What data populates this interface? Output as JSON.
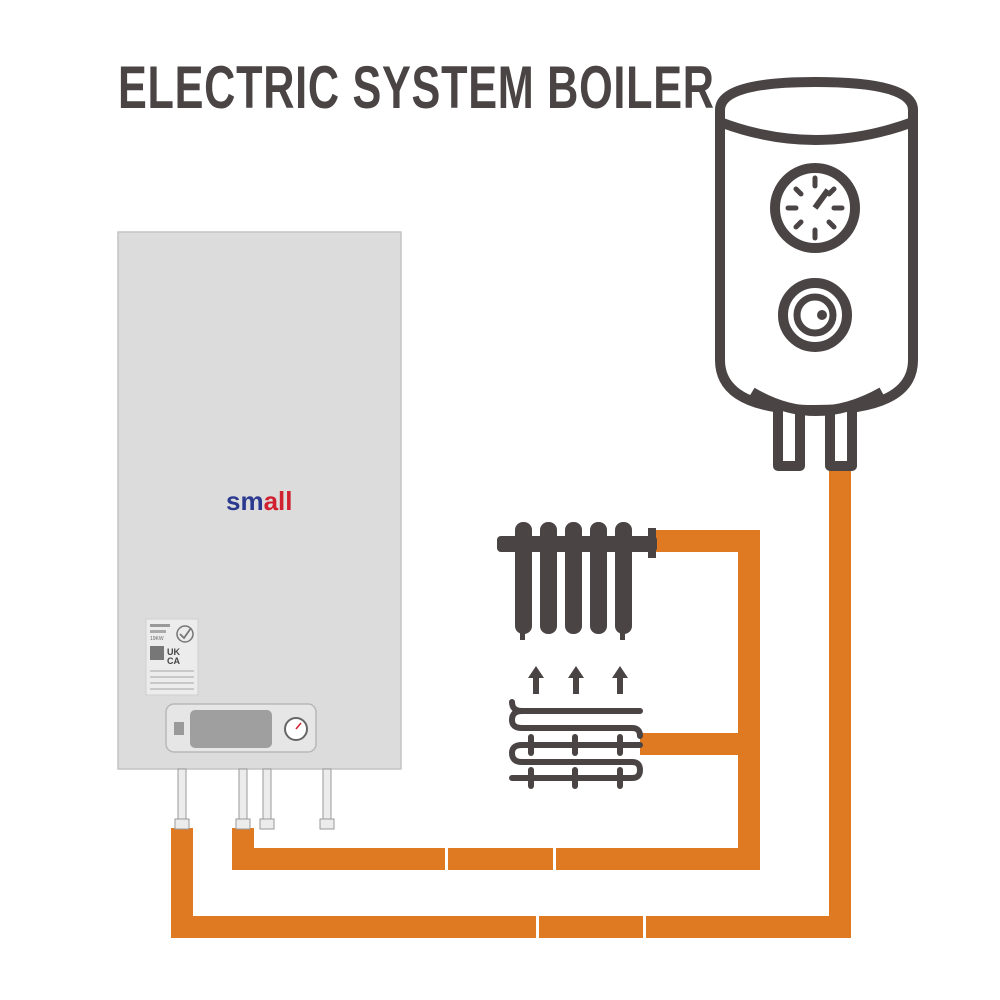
{
  "title": "ELECTRIC SYSTEM BOILER",
  "boiler": {
    "brand_prefix": "sm",
    "brand_suffix": "all",
    "label_plate": {
      "model_line": "19KW",
      "ukca_top": "UK",
      "ukca_bottom": "CA"
    }
  },
  "icons": {
    "boiler": "boiler-unit-icon",
    "cylinder": "hot-water-cylinder-icon",
    "radiator": "radiator-icon",
    "underfloor": "underfloor-heating-icon",
    "pressure_gauge": "pressure-gauge-icon",
    "thermostat": "thermostat-dial-icon",
    "checkmark": "checkmark-icon"
  },
  "colors": {
    "title": "#4a4445",
    "pipe": "#e07a22",
    "icon_stroke": "#4a4445",
    "boiler_body": "#dcdcdc",
    "brand_blue": "#2b3a8f",
    "brand_red": "#d1202f"
  }
}
